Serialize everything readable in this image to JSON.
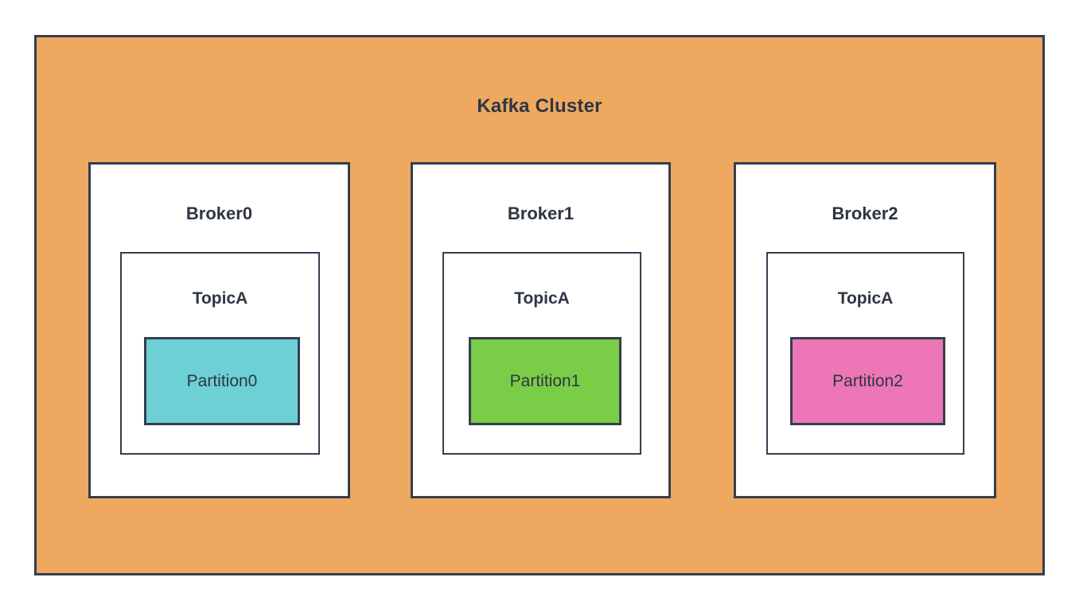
{
  "diagram": {
    "title": "Kafka Cluster",
    "background_color": "#ffffff",
    "cluster": {
      "label": "Kafka Cluster",
      "fill_color": "#efa860",
      "border_color": "#333f4f",
      "text_color": "#2e3642"
    },
    "brokers": [
      {
        "label": "Broker0",
        "fill_color": "#ffffff",
        "border_color": "#333f4f",
        "topic": {
          "label": "TopicA",
          "fill_color": "#ffffff",
          "border_color": "#333f4f",
          "partition": {
            "label": "Partition0",
            "fill_color": "#6dd0d5",
            "border_color": "#333f4f",
            "text_color": "#2e3642"
          }
        }
      },
      {
        "label": "Broker1",
        "fill_color": "#ffffff",
        "border_color": "#333f4f",
        "topic": {
          "label": "TopicA",
          "fill_color": "#ffffff",
          "border_color": "#333f4f",
          "partition": {
            "label": "Partition1",
            "fill_color": "#7acd47",
            "border_color": "#333f4f",
            "text_color": "#2e3642"
          }
        }
      },
      {
        "label": "Broker2",
        "fill_color": "#ffffff",
        "border_color": "#333f4f",
        "topic": {
          "label": "TopicA",
          "fill_color": "#ffffff",
          "border_color": "#333f4f",
          "partition": {
            "label": "Partition2",
            "fill_color": "#ed76b6",
            "border_color": "#333f4f",
            "text_color": "#2e3642"
          }
        }
      }
    ]
  }
}
